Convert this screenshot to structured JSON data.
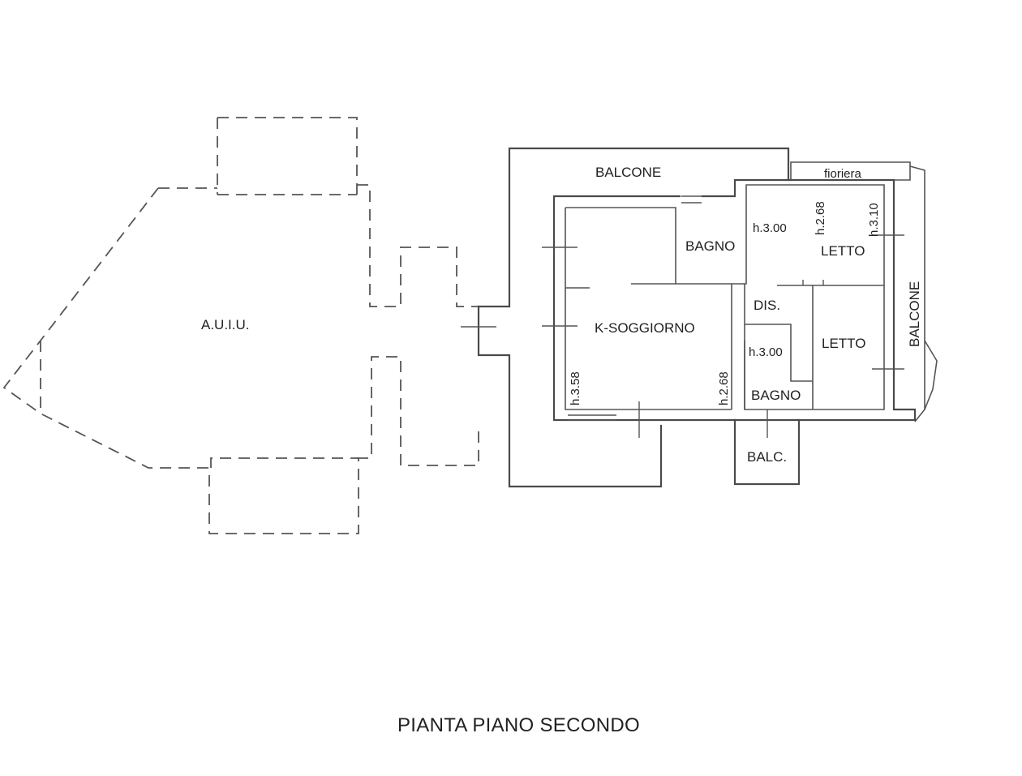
{
  "plan": {
    "title": "PIANTA PIANO SECONDO",
    "labels": {
      "auiu": "A.U.I.U.",
      "balcone_top": "BALCONE",
      "fioriera": "fioriera",
      "balcone_right": "BALCONE",
      "bagno_top": "BAGNO",
      "letto_top": "LETTO",
      "letto_bottom": "LETTO",
      "dis": "DIS.",
      "k_soggiorno": "K-SOGGIORNO",
      "bagno_bottom": "BAGNO",
      "balc": "BALC."
    },
    "heights": {
      "h_bagno_top": "h.3.00",
      "h_letto_top_a": "h.2.68",
      "h_letto_top_b": "h.3.10",
      "h_bagno_bottom": "h.3.00",
      "h_soggiorno_left": "h.3.58",
      "h_soggiorno_right": "h.2.68"
    }
  }
}
